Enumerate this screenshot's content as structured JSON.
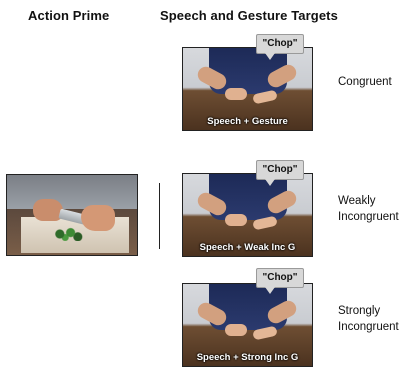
{
  "headings": {
    "action_prime": "Action Prime",
    "targets": "Speech and Gesture Targets"
  },
  "targets": [
    {
      "bubble": "\"Chop\"",
      "caption": "Speech + Gesture",
      "label_line1": "Congruent",
      "label_line2": ""
    },
    {
      "bubble": "\"Chop\"",
      "caption": "Speech + Weak Inc G",
      "label_line1": "Weakly",
      "label_line2": "Incongruent"
    },
    {
      "bubble": "\"Chop\"",
      "caption": "Speech + Strong Inc G",
      "label_line1": "Strongly",
      "label_line2": "Incongruent"
    }
  ]
}
